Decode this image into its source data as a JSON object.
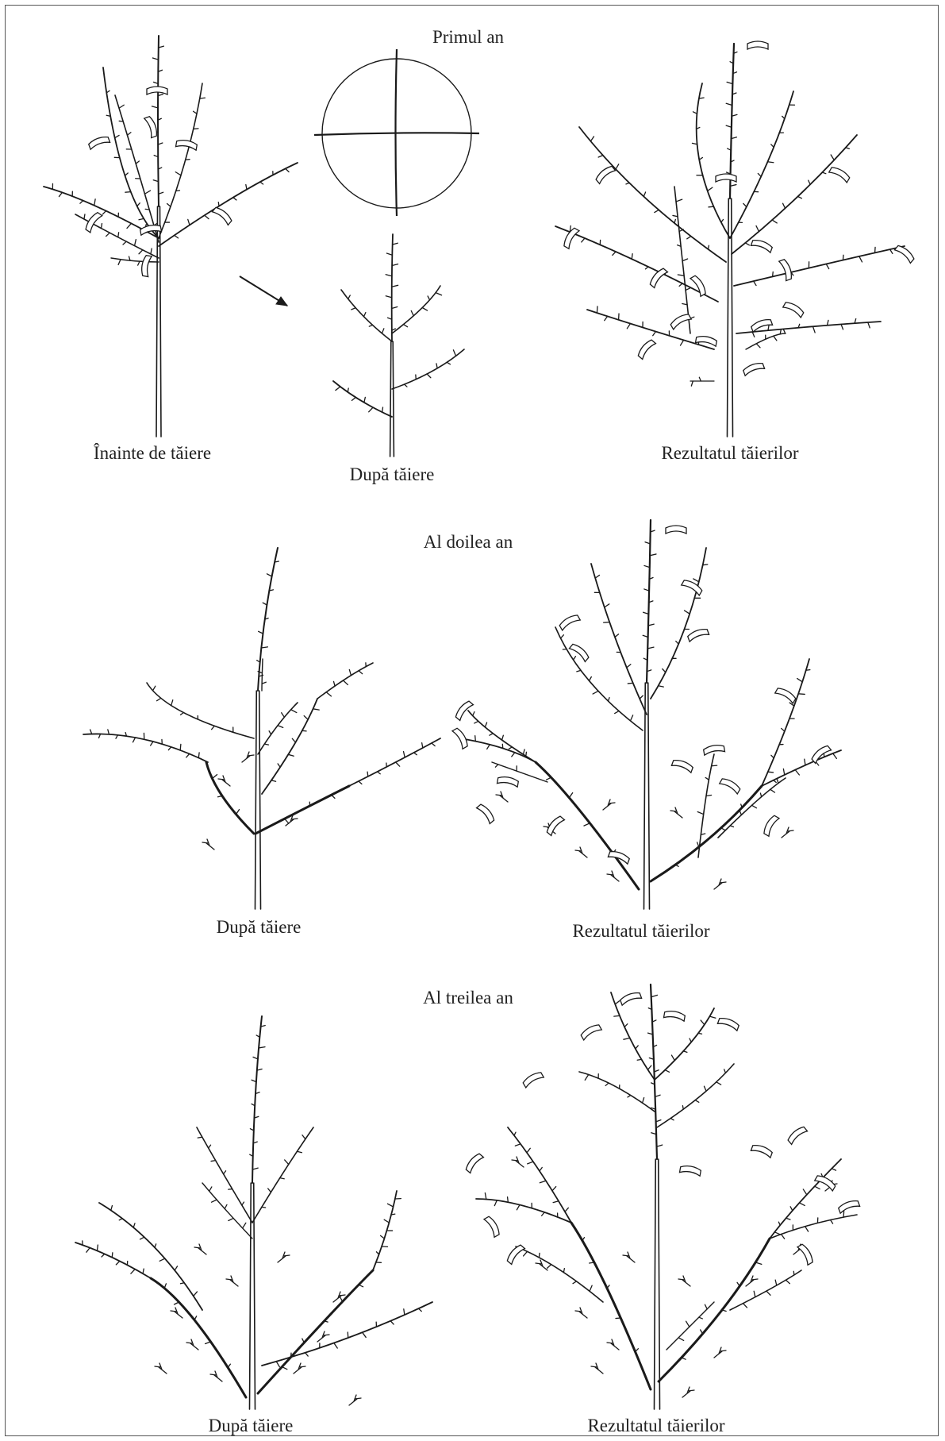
{
  "sections": [
    {
      "title": "Primul an",
      "captions": [
        "Înainte de tăiere",
        "După tăiere",
        "Rezultatul tăierilor"
      ]
    },
    {
      "title": "Al doilea an",
      "captions": [
        "După tăiere",
        "Rezultatul tăierilor"
      ]
    },
    {
      "title": "Al treilea an",
      "captions": [
        "După tăiere",
        "Rezultatul tăierilor"
      ]
    }
  ],
  "colors": {
    "ink": "#1a1a1a",
    "frame": "#555555",
    "background": "#ffffff"
  }
}
